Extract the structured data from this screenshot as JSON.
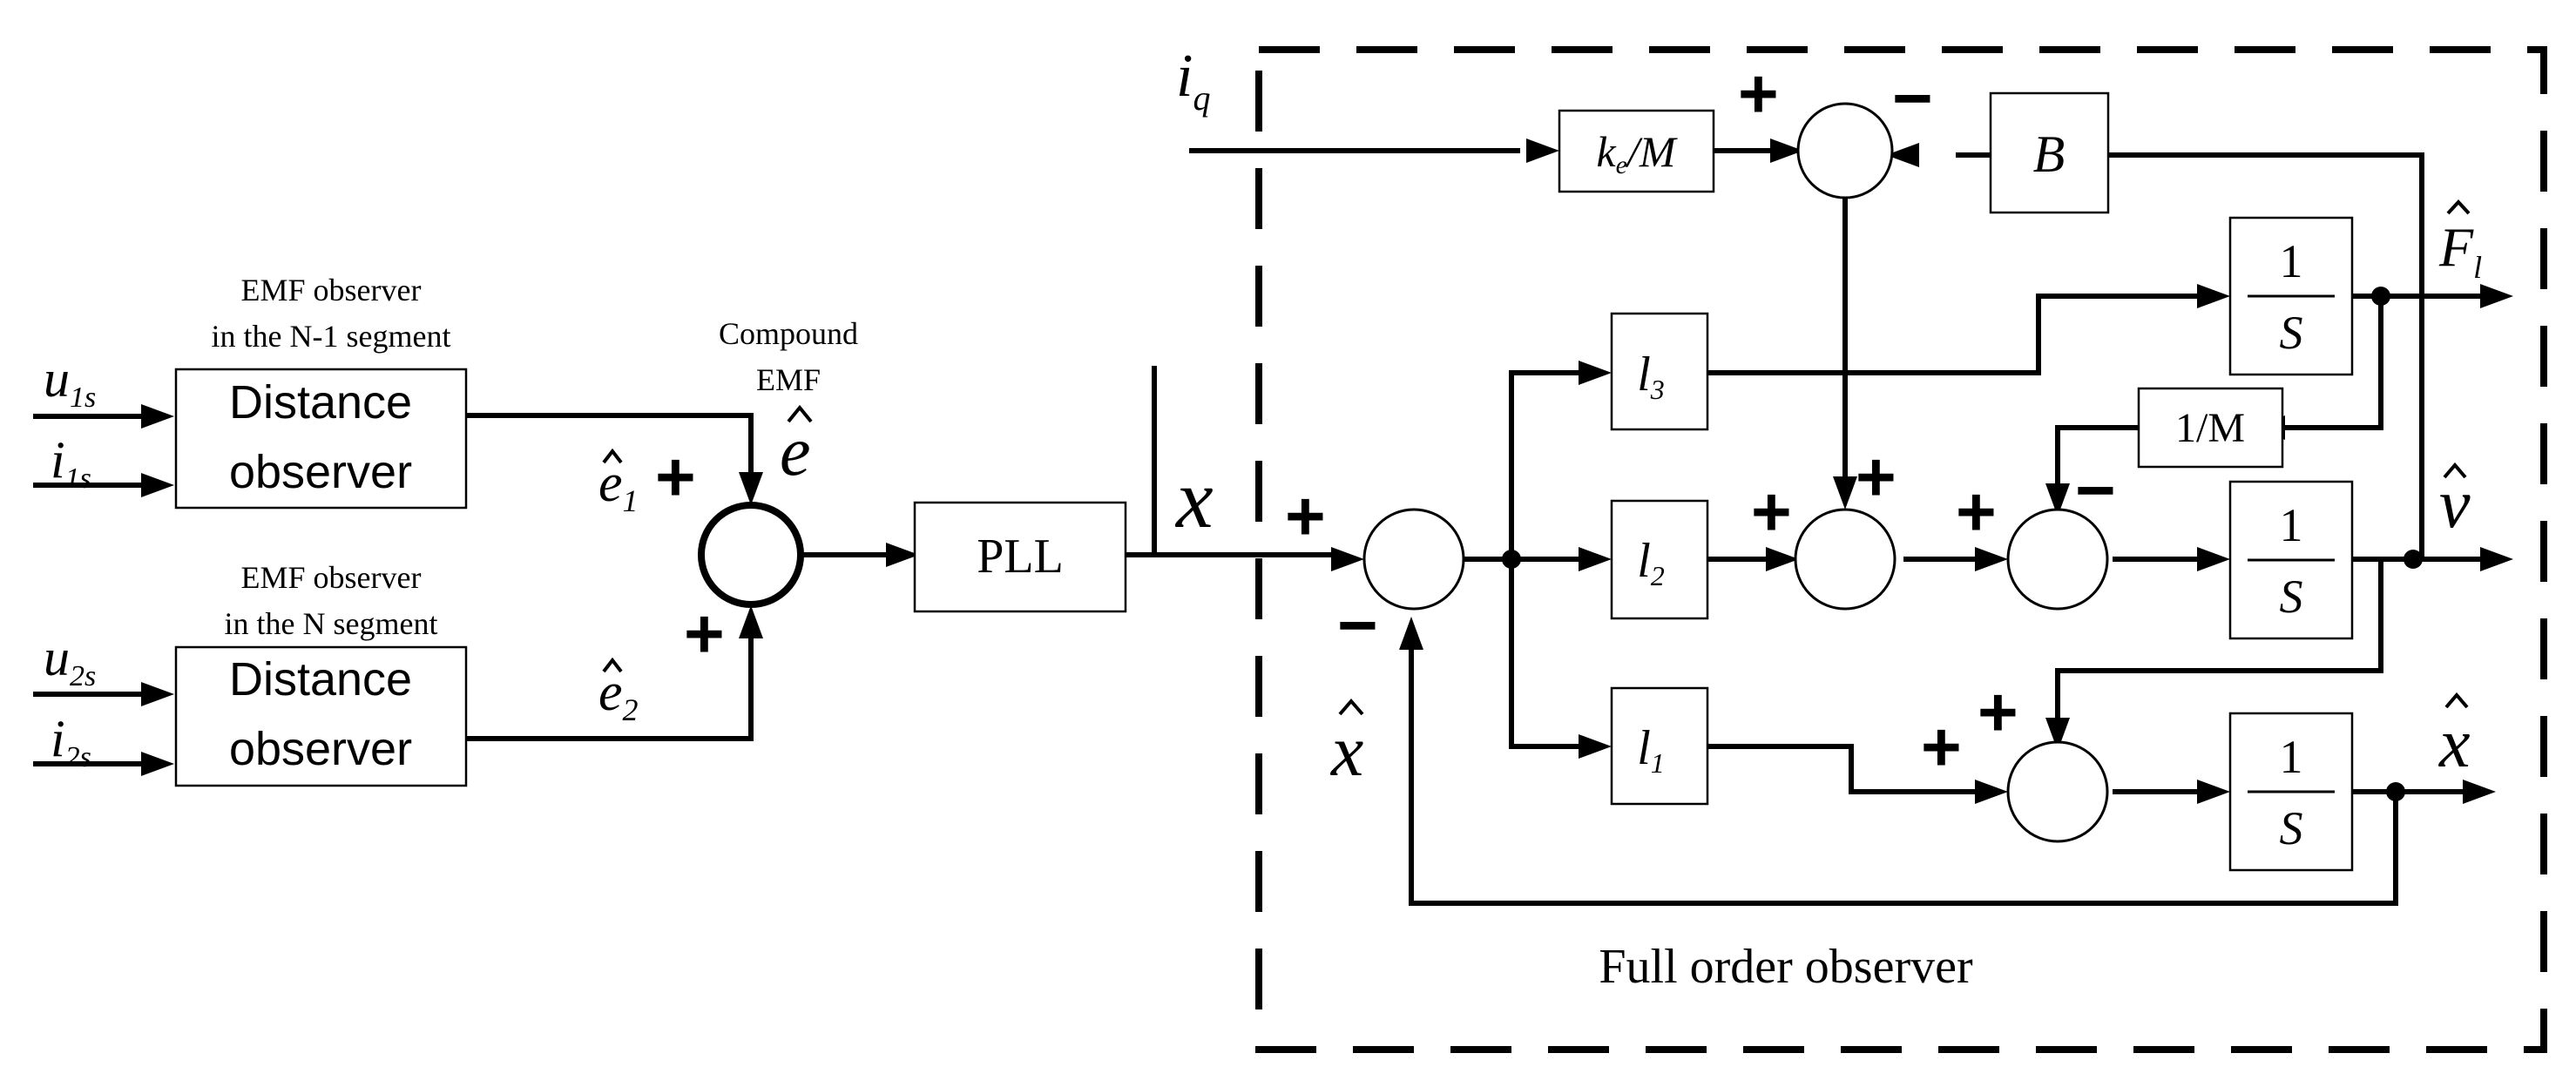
{
  "observers": {
    "top_caption_1": "EMF observer",
    "top_caption_2": "in the N-1 segment",
    "bottom_caption_1": "EMF observer",
    "bottom_caption_2": "in the N segment",
    "block_line1": "Distance",
    "block_line2": "observer"
  },
  "inputs": {
    "u1_base": "u",
    "u1_sub": "1s",
    "i1_base": "i",
    "i1_sub": "1s",
    "u2_base": "u",
    "u2_sub": "2s",
    "i2_base": "i",
    "i2_sub": "2s"
  },
  "compound": {
    "caption_1": "Compound",
    "caption_2": "EMF",
    "e_hat": "e",
    "e1_base": "e",
    "e1_sub": "1",
    "e2_base": "e",
    "e2_sub": "2"
  },
  "pll": {
    "label": "PLL",
    "output": "x"
  },
  "full_order": {
    "label": "Full order observer",
    "iq_base": "i",
    "iq_sub": "q",
    "ke_k": "k",
    "ke_sub": "e",
    "ke_rest": "/M",
    "B": "B",
    "inv_M": "1/M",
    "l3_base": "l",
    "l3_sub": "3",
    "l2_base": "l",
    "l2_sub": "2",
    "l1_base": "l",
    "l1_sub": "1",
    "int_num": "1",
    "int_den": "S",
    "F_base": "F",
    "F_sub": "l",
    "v_hat": "v",
    "x_hat_out": "x",
    "x_hat_fb": "x"
  },
  "signs": {
    "plus": "+",
    "minus": "−"
  }
}
